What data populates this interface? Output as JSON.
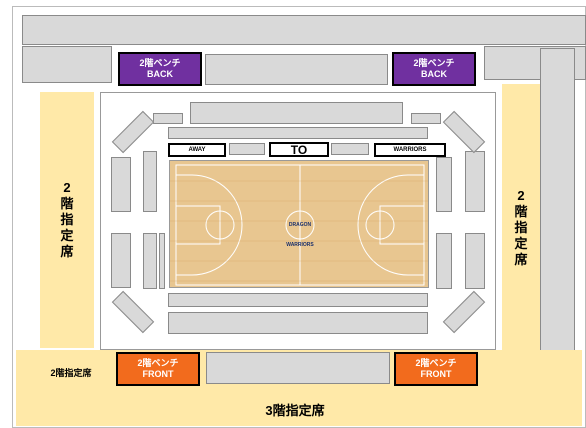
{
  "sections": {
    "bench_back_left": [
      "2階ベンチ",
      "BACK"
    ],
    "bench_back_right": [
      "2階ベンチ",
      "BACK"
    ],
    "bench_front_left": [
      "2階ベンチ",
      "FRONT"
    ],
    "bench_front_right": [
      "2階ベンチ",
      "FRONT"
    ],
    "left_reserved": [
      "2",
      "階",
      "指",
      "定",
      "席"
    ],
    "right_reserved": [
      "2",
      "階",
      "指",
      "定",
      "席"
    ],
    "bottom_left_reserved": "2階指定席",
    "third_floor_reserved": "3階指定席"
  },
  "court": {
    "away_label": "AWAY",
    "to_label": "TO",
    "home_label": "WARRIORS",
    "center_logo_text": "DRAGON WARRIORS",
    "floor_color": "#e8c690"
  },
  "colors": {
    "purple": "#7030a0",
    "orange": "#f26b1d",
    "yellow": "#ffe9a8",
    "gray": "#d9d9d9"
  }
}
